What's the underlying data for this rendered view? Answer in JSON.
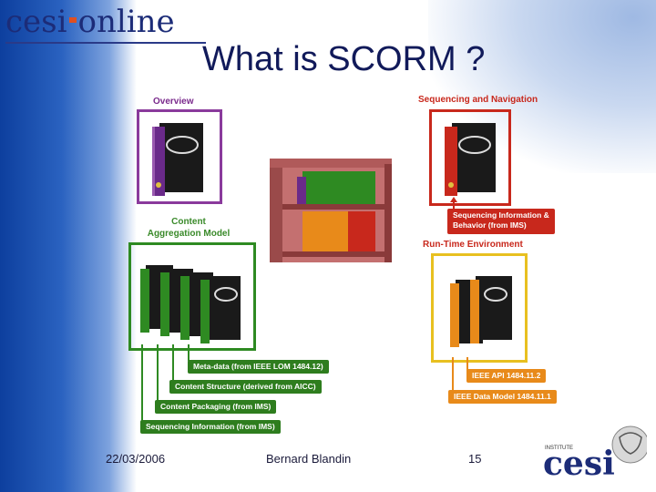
{
  "header": {
    "logo_text_left": "cesi",
    "logo_text_right": "online",
    "title": "What is SCORM ?"
  },
  "diagram": {
    "overview_label": "Overview",
    "content_aggregation_label_1": "Content",
    "content_aggregation_label_2": "Aggregation Model",
    "sequencing_nav_label": "Sequencing and Navigation",
    "seq_info_tag_1": "Sequencing Information &",
    "seq_info_tag_2": "Behavior (from IMS)",
    "runtime_label": "Run-Time Environment",
    "green_tags": [
      "Meta-data (from IEEE LOM 1484.12)",
      "Content Structure (derived from AICC)",
      "Content Packaging (from IMS)",
      "Sequencing Information (from IMS)"
    ],
    "orange_tags": [
      "IEEE API 1484.11.2",
      "IEEE Data Model 1484.11.1"
    ]
  },
  "footer": {
    "date": "22/03/2006",
    "author": "Bernard Blandin",
    "page": "15"
  },
  "logo2": {
    "text": "cesi",
    "small_text": "INSTITUTE"
  },
  "colors": {
    "purple": "#7a2a8c",
    "green": "#3a8a2a",
    "red": "#c8281c",
    "orange": "#e88a1a",
    "title": "#111a5a"
  }
}
